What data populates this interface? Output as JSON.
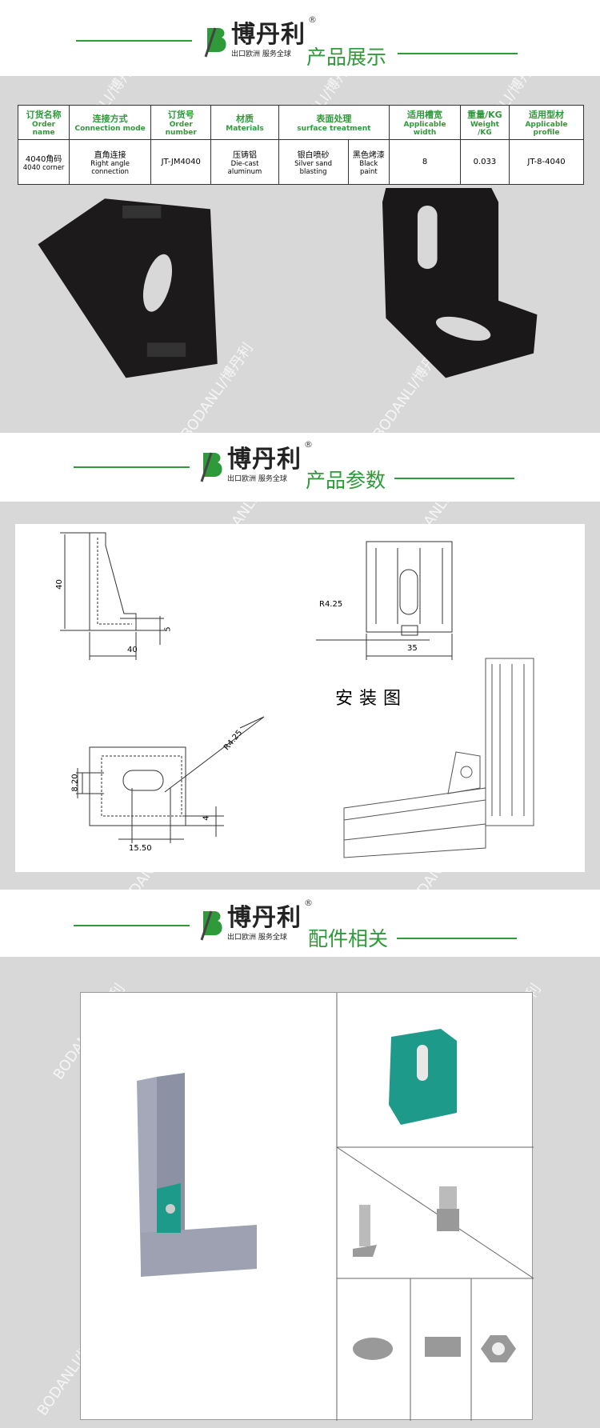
{
  "brand": {
    "name": "博丹利",
    "slogan": "出口欧洲 服务全球",
    "reg": "®"
  },
  "watermark": "BODANLI/博丹利",
  "sections": [
    {
      "title": "产品展示"
    },
    {
      "title": "产品参数"
    },
    {
      "title": "配件相关"
    }
  ],
  "table": {
    "headers": [
      {
        "cn": "订货名称",
        "en": "Order name"
      },
      {
        "cn": "连接方式",
        "en": "Connection mode"
      },
      {
        "cn": "订货号",
        "en": "Order number"
      },
      {
        "cn": "材质",
        "en": "Materials"
      },
      {
        "cn": "表面处理",
        "en": "surface treatment"
      },
      {
        "cn": "适用槽宽",
        "en": "Applicable width"
      },
      {
        "cn": "重量/KG",
        "en": "Weight /KG"
      },
      {
        "cn": "适用型材",
        "en": "Applicable profile"
      }
    ],
    "row": {
      "name_cn": "4040角码",
      "name_en": "4040 corner",
      "mode_cn": "直角连接",
      "mode_en": "Right angle connection",
      "order": "JT-JM4040",
      "mat_cn": "压铸铝",
      "mat_en": "Die-cast aluminum",
      "surf1_cn": "银白喷砂",
      "surf1_en": "Silver sand blasting",
      "surf2_cn": "黑色烤漆",
      "surf2_en": "Black paint",
      "width": "8",
      "weight": "0.033",
      "profile": "JT-8-4040"
    }
  },
  "drawing": {
    "dim_40a": "40",
    "dim_40b": "40",
    "dim_5": "5",
    "dim_35": "35",
    "r1": "R4.25",
    "r2": "R4.25",
    "dim_820": "8.20",
    "dim_4": "4",
    "dim_1550": "15.50",
    "install": "安装图"
  }
}
